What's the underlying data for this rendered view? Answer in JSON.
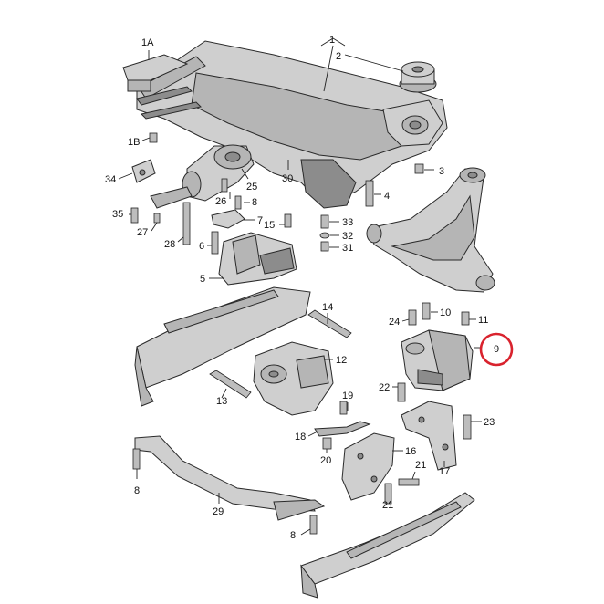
{
  "diagram": {
    "callouts": [
      {
        "id": "c-1A",
        "label": "1A"
      },
      {
        "id": "c-1",
        "label": "1"
      },
      {
        "id": "c-2",
        "label": "2"
      },
      {
        "id": "c-1B",
        "label": "1B"
      },
      {
        "id": "c-3",
        "label": "3"
      },
      {
        "id": "c-34",
        "label": "34"
      },
      {
        "id": "c-30",
        "label": "30"
      },
      {
        "id": "c-25",
        "label": "25"
      },
      {
        "id": "c-4",
        "label": "4"
      },
      {
        "id": "c-26",
        "label": "26"
      },
      {
        "id": "c-8a",
        "label": "8"
      },
      {
        "id": "c-35",
        "label": "35"
      },
      {
        "id": "c-27",
        "label": "27"
      },
      {
        "id": "c-7",
        "label": "7"
      },
      {
        "id": "c-15",
        "label": "15"
      },
      {
        "id": "c-33",
        "label": "33"
      },
      {
        "id": "c-32",
        "label": "32"
      },
      {
        "id": "c-31",
        "label": "31"
      },
      {
        "id": "c-28",
        "label": "28"
      },
      {
        "id": "c-6",
        "label": "6"
      },
      {
        "id": "c-5",
        "label": "5"
      },
      {
        "id": "c-14",
        "label": "14"
      },
      {
        "id": "c-24",
        "label": "24"
      },
      {
        "id": "c-10",
        "label": "10"
      },
      {
        "id": "c-11",
        "label": "11"
      },
      {
        "id": "c-9",
        "label": "9"
      },
      {
        "id": "c-12",
        "label": "12"
      },
      {
        "id": "c-22",
        "label": "22"
      },
      {
        "id": "c-13",
        "label": "13"
      },
      {
        "id": "c-19",
        "label": "19"
      },
      {
        "id": "c-23",
        "label": "23"
      },
      {
        "id": "c-18",
        "label": "18"
      },
      {
        "id": "c-16",
        "label": "16"
      },
      {
        "id": "c-20",
        "label": "20"
      },
      {
        "id": "c-21a",
        "label": "21"
      },
      {
        "id": "c-17",
        "label": "17"
      },
      {
        "id": "c-21b",
        "label": "21"
      },
      {
        "id": "c-8b",
        "label": "8"
      },
      {
        "id": "c-29",
        "label": "29"
      },
      {
        "id": "c-8c",
        "label": "8"
      }
    ],
    "highlight": {
      "label": "9",
      "color": "#d9232e"
    }
  }
}
